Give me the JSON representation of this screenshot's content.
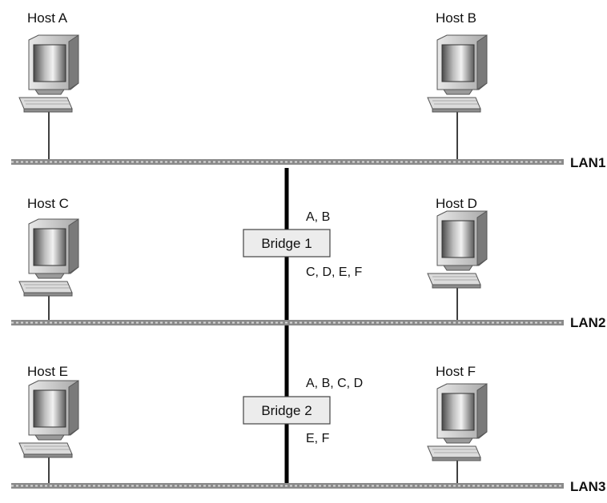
{
  "hosts": {
    "a": {
      "label": "Host A"
    },
    "b": {
      "label": "Host B"
    },
    "c": {
      "label": "Host C"
    },
    "d": {
      "label": "Host D"
    },
    "e": {
      "label": "Host E"
    },
    "f": {
      "label": "Host F"
    }
  },
  "lans": {
    "lan1": {
      "label": "LAN1"
    },
    "lan2": {
      "label": "LAN2"
    },
    "lan3": {
      "label": "LAN3"
    }
  },
  "bridges": {
    "b1": {
      "label": "Bridge 1",
      "upper_side": "A, B",
      "lower_side": "C, D, E, F"
    },
    "b2": {
      "label": "Bridge 2",
      "upper_side": "A, B, C, D",
      "lower_side": "E, F"
    }
  },
  "colors": {
    "lan_fill": "#8a8a8a",
    "lan_dash": "#d8d8d8",
    "bridge_fill": "#ececec",
    "trunk": "#000000"
  },
  "icons": {
    "computer": "desktop-computer-icon"
  }
}
